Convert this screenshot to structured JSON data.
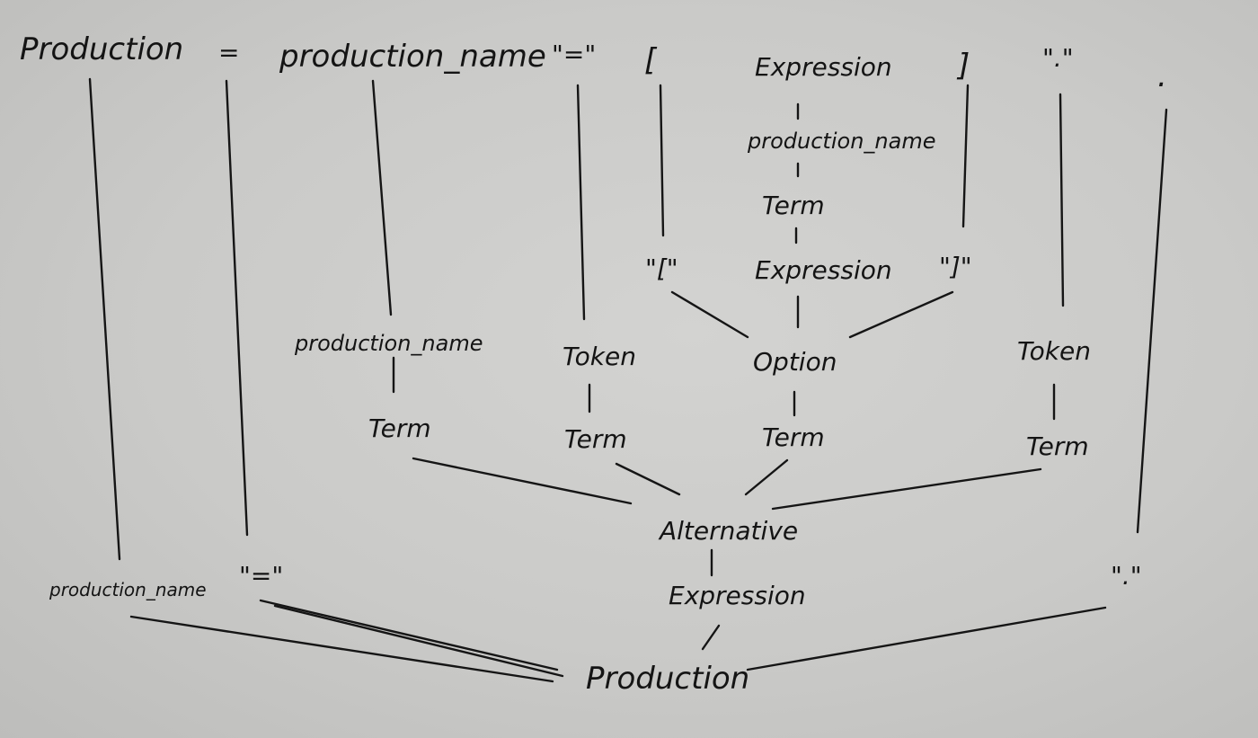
{
  "top_row": {
    "production": "Production",
    "equals_sign": "=",
    "production_name": "production_name",
    "equals_literal": "\"=\"",
    "open_bracket": "[",
    "expression": "Expression",
    "close_bracket": "]",
    "period_literal": "\".\"",
    "period": "."
  },
  "option_chain": {
    "production_name": "production_name",
    "term": "Term",
    "open_bracket_literal": "\"[\"",
    "expression": "Expression",
    "close_bracket_literal": "\"]\"",
    "option": "Option",
    "term_below_option": "Term"
  },
  "middle_nodes": {
    "production_name": "production_name",
    "term_1": "Term",
    "token_1": "Token",
    "term_2": "Term",
    "token_2": "Token",
    "term_4": "Term",
    "alternative": "Alternative",
    "expression": "Expression"
  },
  "bottom_row": {
    "production_name": "production_name",
    "equals_literal": "\"=\"",
    "period_literal": "\".\"",
    "production": "Production"
  }
}
